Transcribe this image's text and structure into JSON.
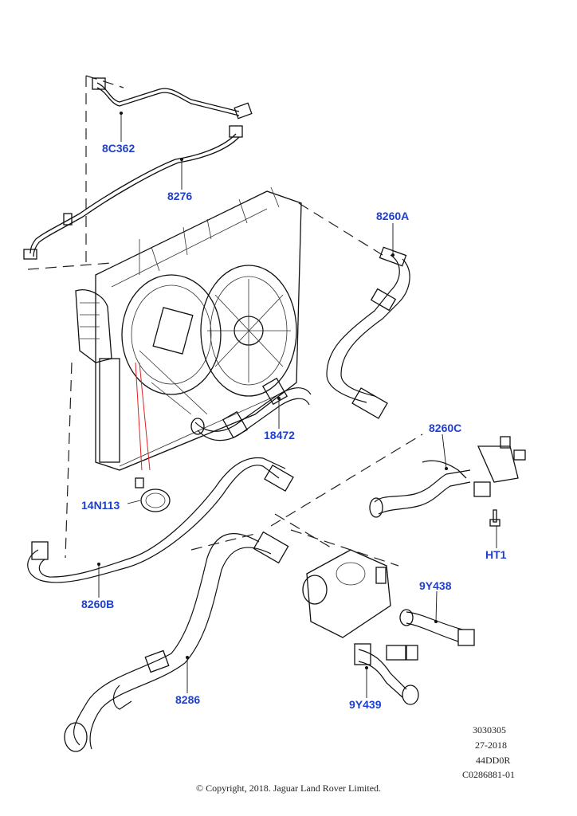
{
  "parts": {
    "p8c362": "8C362",
    "p8276": "8276",
    "p8260a": "8260A",
    "p18472": "18472",
    "p8260c": "8260C",
    "p14n113": "14N113",
    "pht1": "HT1",
    "p8260b": "8260B",
    "p9y438": "9Y438",
    "p8286": "8286",
    "p9y439": "9Y439"
  },
  "meta": {
    "line1": "3030305",
    "line2": "27-2018",
    "line3": "44DD0R",
    "line4": "C0286881-01"
  },
  "copyright": "© Copyright, 2018. Jaguar Land Rover Limited."
}
